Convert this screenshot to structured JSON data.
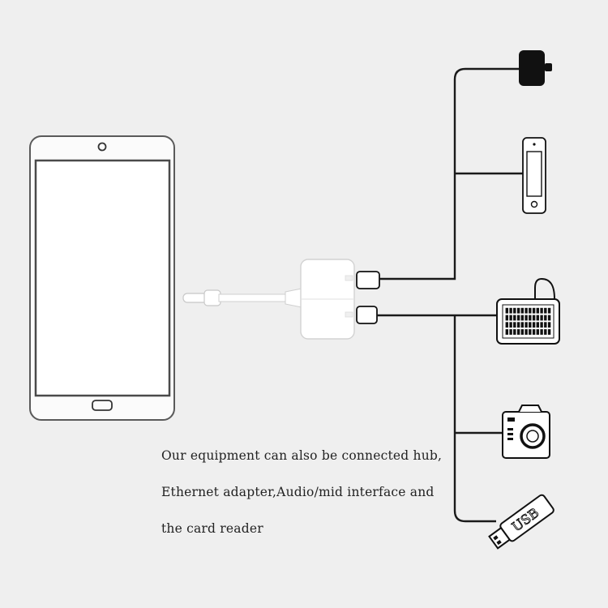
{
  "caption": {
    "lines": [
      "Our equipment can also be connected hub,",
      "Ethernet adapter,Audio/mid interface and",
      "the card reader"
    ]
  },
  "devices": {
    "usb_label": "USB"
  },
  "colors": {
    "background": "#efefef",
    "line": "#1a1a1a",
    "tablet_outline": "#555555",
    "adapter_body": "#ffffff"
  },
  "icons": [
    "tablet-icon",
    "lightning-cable-icon",
    "adapter-icon",
    "power-plug-icon",
    "smartphone-icon",
    "keyboard-icon",
    "camera-icon",
    "usb-drive-icon"
  ]
}
